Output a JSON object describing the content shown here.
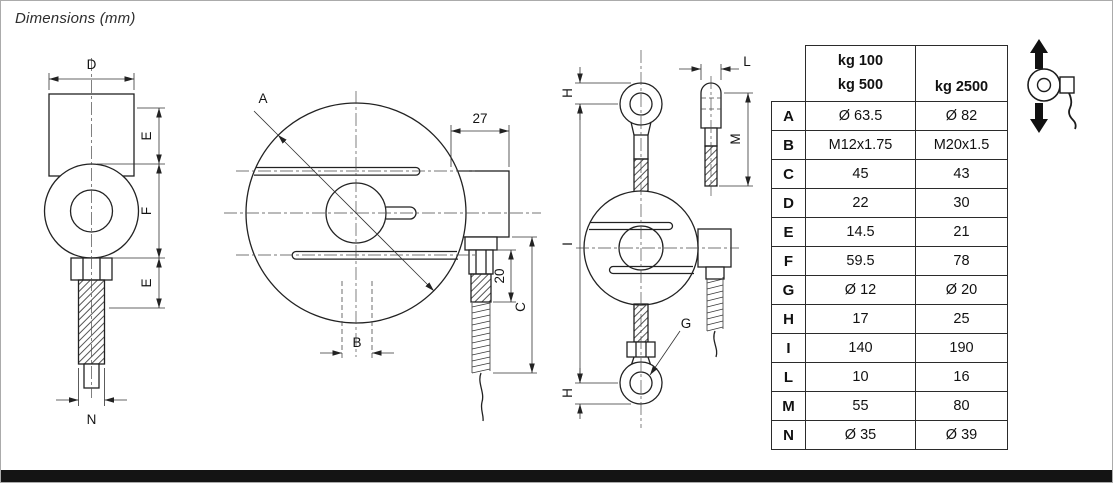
{
  "title": "Dimensions (mm)",
  "labels": {
    "A": "A",
    "B": "B",
    "C": "C",
    "D": "D",
    "E": "E",
    "F": "F",
    "G": "G",
    "H": "H",
    "I": "I",
    "L": "L",
    "M": "M",
    "N": "N",
    "dim_27": "27",
    "dim_20": "20"
  },
  "table": {
    "header": {
      "col1_line1": "kg 100",
      "col1_line2": "kg 500",
      "col2": "kg 2500"
    },
    "rows": [
      {
        "dim": "A",
        "kg100_500": "Ø 63.5",
        "kg2500": "Ø 82"
      },
      {
        "dim": "B",
        "kg100_500": "M12x1.75",
        "kg2500": "M20x1.5"
      },
      {
        "dim": "C",
        "kg100_500": "45",
        "kg2500": "43"
      },
      {
        "dim": "D",
        "kg100_500": "22",
        "kg2500": "30"
      },
      {
        "dim": "E",
        "kg100_500": "14.5",
        "kg2500": "21"
      },
      {
        "dim": "F",
        "kg100_500": "59.5",
        "kg2500": "78"
      },
      {
        "dim": "G",
        "kg100_500": "Ø 12",
        "kg2500": "Ø 20"
      },
      {
        "dim": "H",
        "kg100_500": "17",
        "kg2500": "25"
      },
      {
        "dim": "I",
        "kg100_500": "140",
        "kg2500": "190"
      },
      {
        "dim": "L",
        "kg100_500": "10",
        "kg2500": "16"
      },
      {
        "dim": "M",
        "kg100_500": "55",
        "kg2500": "80"
      },
      {
        "dim": "N",
        "kg100_500": "Ø 35",
        "kg2500": "Ø 39"
      }
    ]
  },
  "icons": {
    "load_direction": "up-down-arrows"
  },
  "colors": {
    "line": "#222222",
    "background": "#ffffff",
    "footer_bar": "#141414"
  }
}
